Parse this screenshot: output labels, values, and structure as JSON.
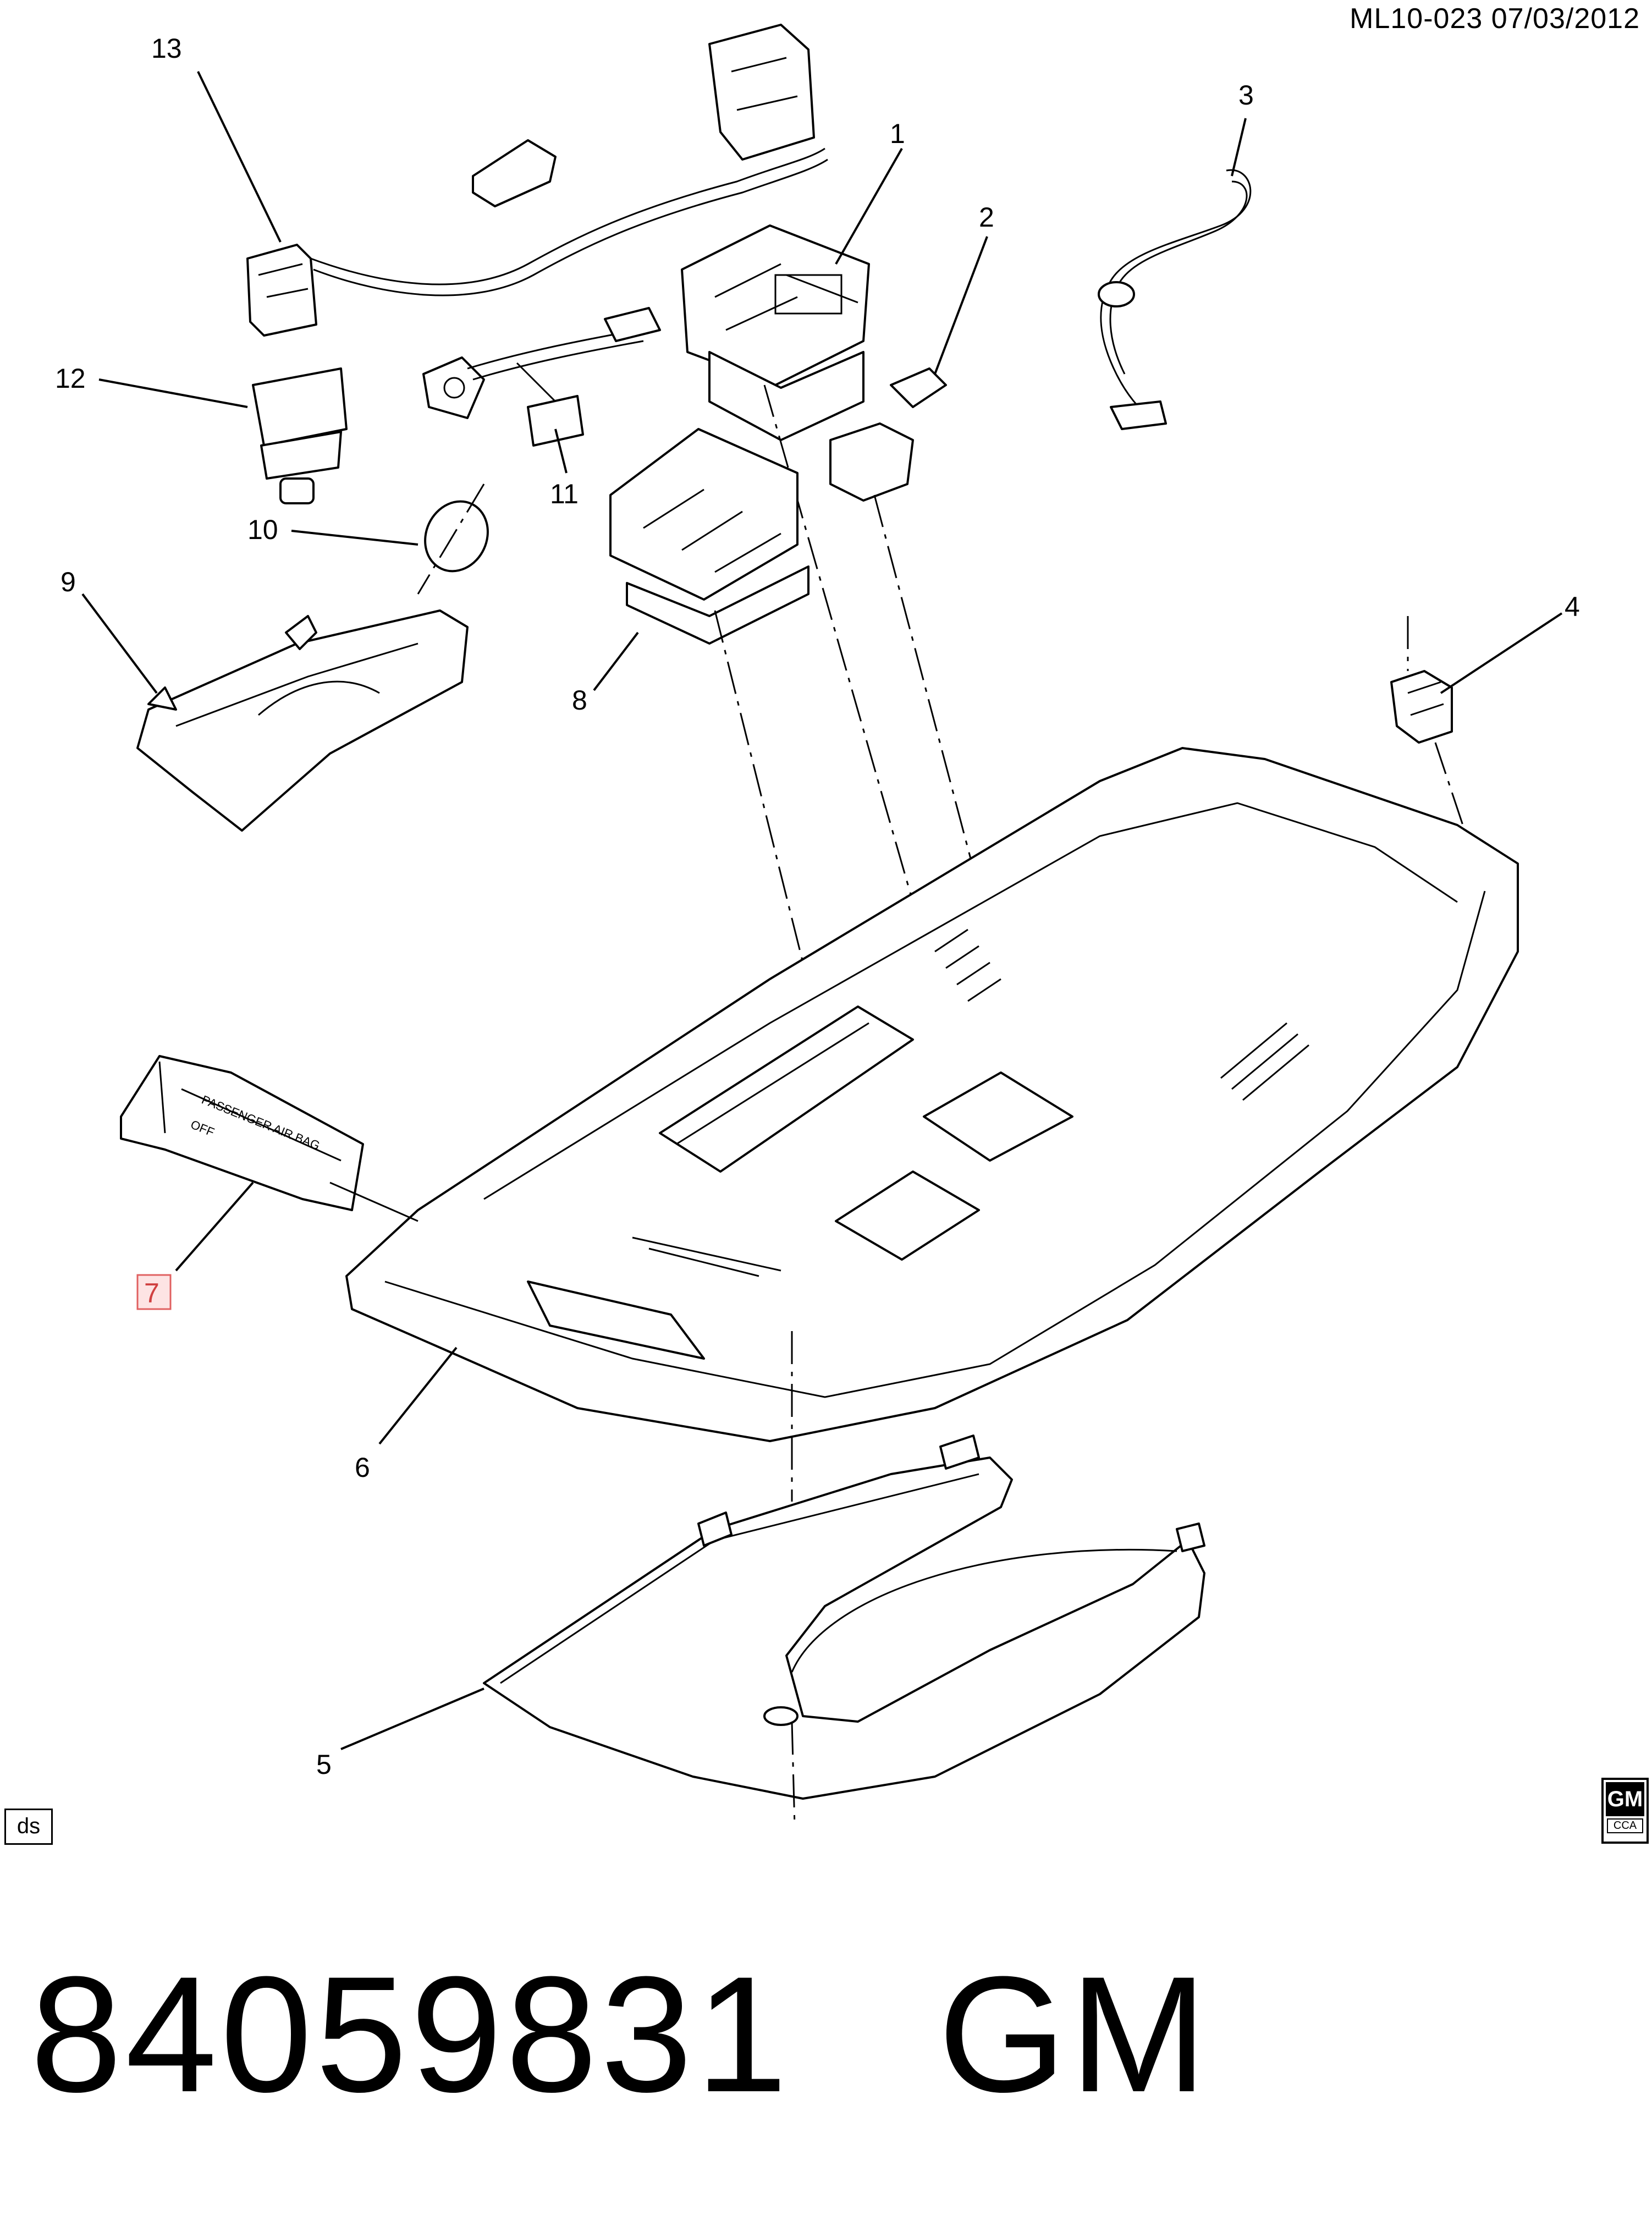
{
  "header": {
    "code": "ML10-023  07/03/2012"
  },
  "callouts": [
    {
      "n": "13"
    },
    {
      "n": "1"
    },
    {
      "n": "3"
    },
    {
      "n": "2"
    },
    {
      "n": "12"
    },
    {
      "n": "11"
    },
    {
      "n": "10"
    },
    {
      "n": "9"
    },
    {
      "n": "8"
    },
    {
      "n": "4"
    },
    {
      "n": "7",
      "highlighted": true
    },
    {
      "n": "6"
    },
    {
      "n": "5"
    }
  ],
  "corner_tag": "ds",
  "logo": {
    "big": "GM",
    "small": "CCA"
  },
  "switch_legend": {
    "line1": "PASSENGER AIR BAG",
    "line2": "OFF"
  },
  "footer": {
    "part_number": "84059831",
    "brand": "GM"
  },
  "colors": {
    "line": "#000000",
    "highlight_box": "#fde4e4",
    "highlight_stroke": "#e06060"
  }
}
